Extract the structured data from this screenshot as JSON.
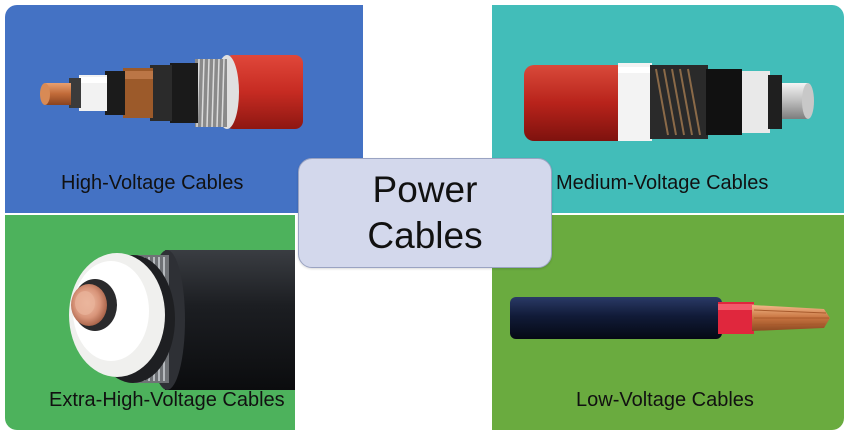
{
  "title": {
    "line1": "Power",
    "line2": "Cables"
  },
  "colors": {
    "high": "#4472c4",
    "medium": "#42bdb9",
    "extra_high": "#4db25c",
    "low": "#6aab3f",
    "center_fill": "#d3d8ec"
  },
  "panels": [
    {
      "label": "High-Voltage Cables",
      "image": "high-voltage-cable-illustration"
    },
    {
      "label": "Medium-Voltage Cables",
      "image": "medium-voltage-cable-illustration"
    },
    {
      "label": "Extra-High-Voltage Cables",
      "image": "extra-high-voltage-cable-illustration"
    },
    {
      "label": "Low-Voltage Cables",
      "image": "low-voltage-cable-illustration"
    }
  ]
}
